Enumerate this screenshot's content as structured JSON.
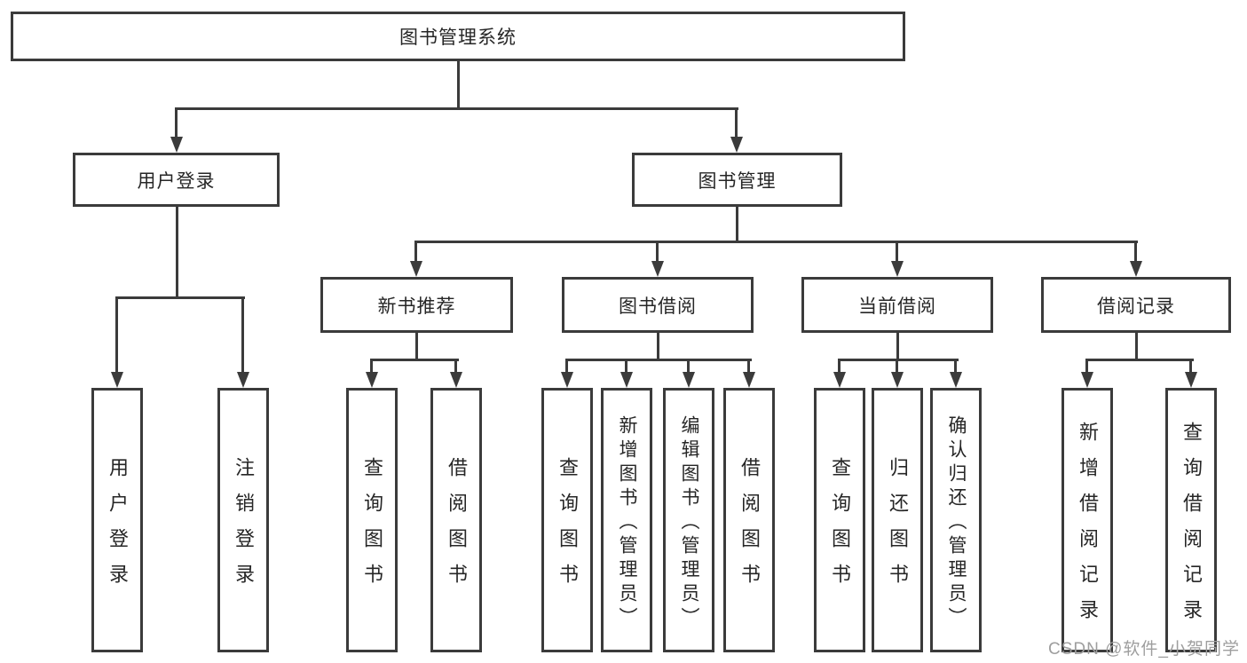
{
  "diagram": {
    "root": {
      "label": "图书管理系统"
    },
    "level1": [
      {
        "label": "用户登录"
      },
      {
        "label": "图书管理"
      }
    ],
    "level2": [
      {
        "label": "新书推荐"
      },
      {
        "label": "图书借阅"
      },
      {
        "label": "当前借阅"
      },
      {
        "label": "借阅记录"
      }
    ],
    "leaves": [
      {
        "label": "用户登录"
      },
      {
        "label": "注销登录"
      },
      {
        "label": "查询图书"
      },
      {
        "label": "借阅图书"
      },
      {
        "label": "查询图书"
      },
      {
        "label": "新增图书（管理员）"
      },
      {
        "label": "编辑图书（管理员）"
      },
      {
        "label": "借阅图书"
      },
      {
        "label": "查询图书"
      },
      {
        "label": "归还图书"
      },
      {
        "label": "确认归还（管理员）"
      },
      {
        "label": "新增借阅记录"
      },
      {
        "label": "查询借阅记录"
      }
    ]
  },
  "watermark": "CSDN @软件_小贺同学",
  "colors": {
    "line": "#3b3b3b",
    "text": "#262626",
    "watermark": "#9e9e9e"
  }
}
